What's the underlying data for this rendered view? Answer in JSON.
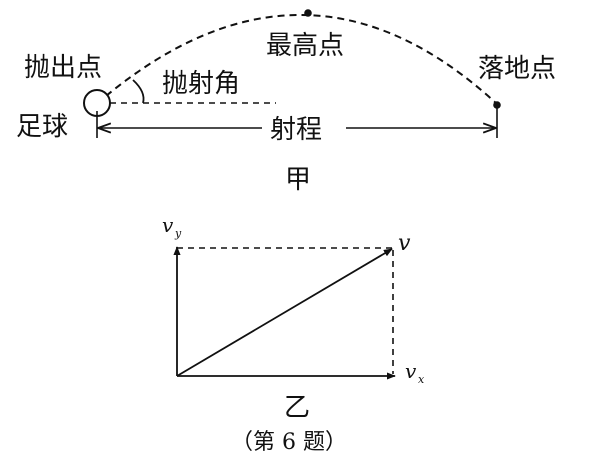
{
  "figure_a": {
    "label_launch_point": "抛出点",
    "label_ball": "足球",
    "label_launch_angle": "抛射角",
    "label_peak": "最高点",
    "label_landing_point": "落地点",
    "label_range": "射程",
    "caption": "甲"
  },
  "figure_b": {
    "label_v": "v",
    "label_vy_main": "v",
    "label_vy_sub": "y",
    "label_vx_main": "v",
    "label_vx_sub": "x",
    "caption": "乙"
  },
  "problem_caption": "（第 6 题）"
}
